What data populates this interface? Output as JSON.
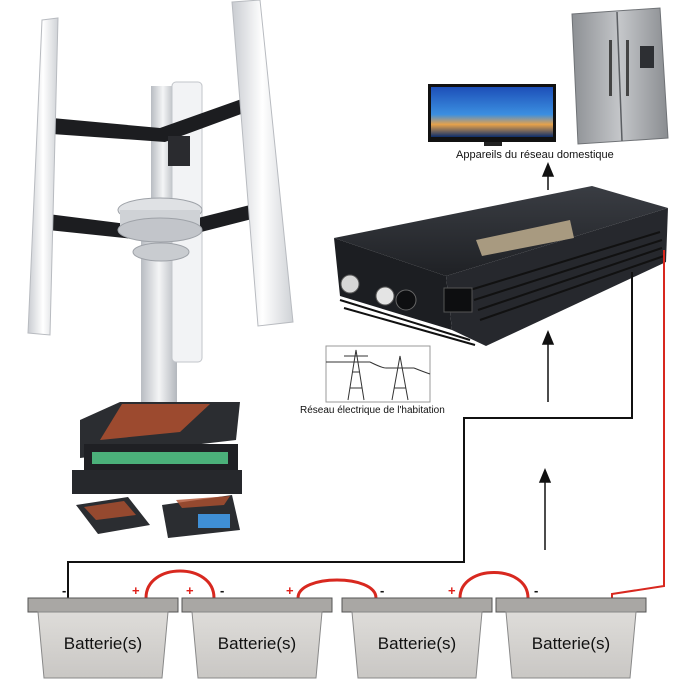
{
  "labels": {
    "appliances": "Appareils du réseau domestique",
    "grid": "Réseau électrique de l'habitation"
  },
  "batteries": [
    {
      "label": "Batterie(s)",
      "plus": "+",
      "minus": "-"
    },
    {
      "label": "Batterie(s)",
      "plus": "+",
      "minus": "-"
    },
    {
      "label": "Batterie(s)",
      "plus": "+",
      "minus": "-"
    },
    {
      "label": "Batterie(s)",
      "plus": "+",
      "minus": "-"
    }
  ],
  "colors": {
    "wire_positive": "#d8281f",
    "wire_negative": "#111111",
    "battery_body": "#d4d2cf",
    "battery_lid": "#a9a7a4",
    "inverter": "#2a2c31",
    "controller": "#2d2f33"
  }
}
